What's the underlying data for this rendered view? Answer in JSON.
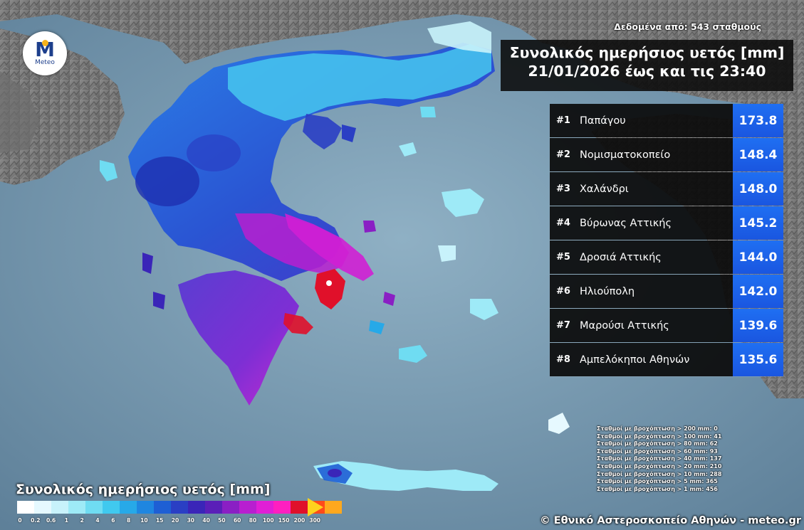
{
  "logo": {
    "wordmark": "Meteo"
  },
  "header": {
    "stations_note": "Δεδομένα από: 543 σταθμούς",
    "title_line1": "Συνολικός ημερήσιος υετός [mm]",
    "title_line2": "21/01/2026 έως και τις 23:40"
  },
  "ranking": [
    {
      "rank": "#1",
      "station": "Παπάγου",
      "value": "173.8"
    },
    {
      "rank": "#2",
      "station": "Νομισματοκοπείο",
      "value": "148.4"
    },
    {
      "rank": "#3",
      "station": "Χαλάνδρι",
      "value": "148.0"
    },
    {
      "rank": "#4",
      "station": "Βύρωνας Αττικής",
      "value": "145.2"
    },
    {
      "rank": "#5",
      "station": "Δροσιά Αττικής",
      "value": "144.0"
    },
    {
      "rank": "#6",
      "station": "Ηλιούπολη",
      "value": "142.0"
    },
    {
      "rank": "#7",
      "station": "Μαρούσι Αττικής",
      "value": "139.6"
    },
    {
      "rank": "#8",
      "station": "Αμπελόκηποι Αθηνών",
      "value": "135.6"
    }
  ],
  "station_counts": [
    "Σταθμοί με βροχόπτωση > 200 mm: 0",
    "Σταθμοί με βροχόπτωση > 100 mm: 41",
    "Σταθμοί με βροχόπτωση > 80 mm: 62",
    "Σταθμοί με βροχόπτωση > 60 mm: 93",
    "Σταθμοί με βροχόπτωση > 40 mm: 137",
    "Σταθμοί με βροχόπτωση > 20 mm: 210",
    "Σταθμοί με βροχόπτωση > 10 mm: 288",
    "Σταθμοί με βροχόπτωση > 5 mm: 365",
    "Σταθμοί με βροχόπτωση > 1 mm: 456"
  ],
  "legend": {
    "title": "Συνολικός ημερήσιος υετός [mm]",
    "ticks": [
      "0",
      "0.2",
      "0.6",
      "1",
      "2",
      "4",
      "6",
      "8",
      "10",
      "15",
      "20",
      "30",
      "40",
      "50",
      "60",
      "80",
      "100",
      "150",
      "200",
      "300"
    ],
    "colors": [
      "#ffffff",
      "#e6f9ff",
      "#c8f2fb",
      "#9eeaf7",
      "#6fdcf2",
      "#40c9ef",
      "#27a9e8",
      "#1f86e0",
      "#1e5fd4",
      "#2a3fc4",
      "#3a25b8",
      "#5a1fb8",
      "#8a1fc4",
      "#b81fd0",
      "#e01fd6",
      "#ff1fc0",
      "#e0102a",
      "#ff4a1a",
      "#ffa81e",
      "#ffd21e"
    ]
  },
  "footer": {
    "copyright": "© Εθνικό Αστεροσκοπείο Αθηνών - meteo.gr"
  }
}
